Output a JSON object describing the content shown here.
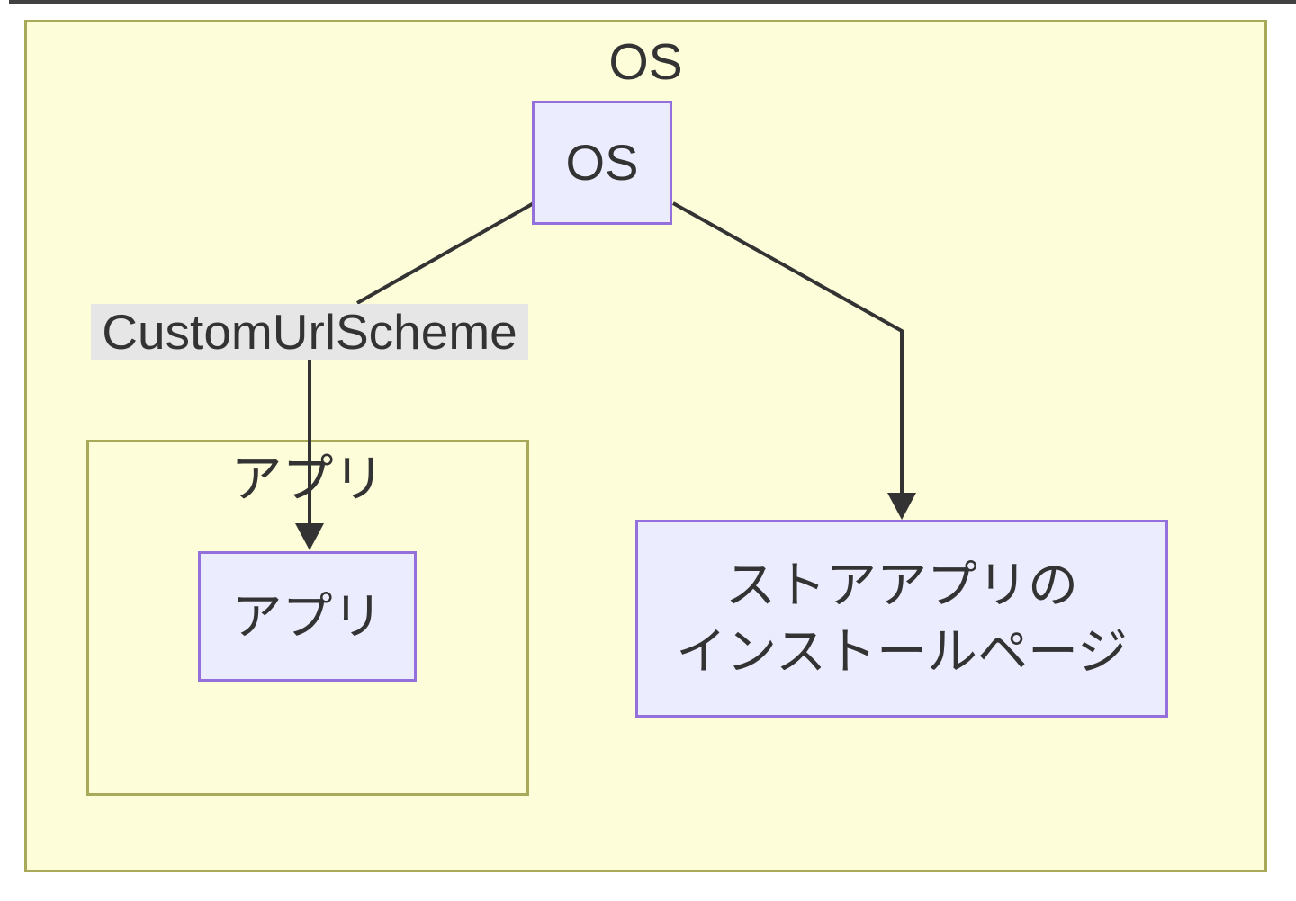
{
  "colors": {
    "page_bg": "#ffffff",
    "cluster_fill": "#fdfdda",
    "cluster_border": "#a8aa59",
    "node_fill": "#ececff",
    "node_border": "#9370db",
    "edge_color": "#333333",
    "edge_label_bg": "#e6e6e6",
    "text_color": "#333333",
    "top_divider": "#414141"
  },
  "diagram": {
    "outer_cluster_label": "OS",
    "os_node_label": "OS",
    "edge_label": "CustomUrlScheme",
    "inner_cluster_label": "アプリ",
    "app_node_label": "アプリ",
    "store_node_line1": "ストアアプリの",
    "store_node_line2": "インストールページ"
  }
}
